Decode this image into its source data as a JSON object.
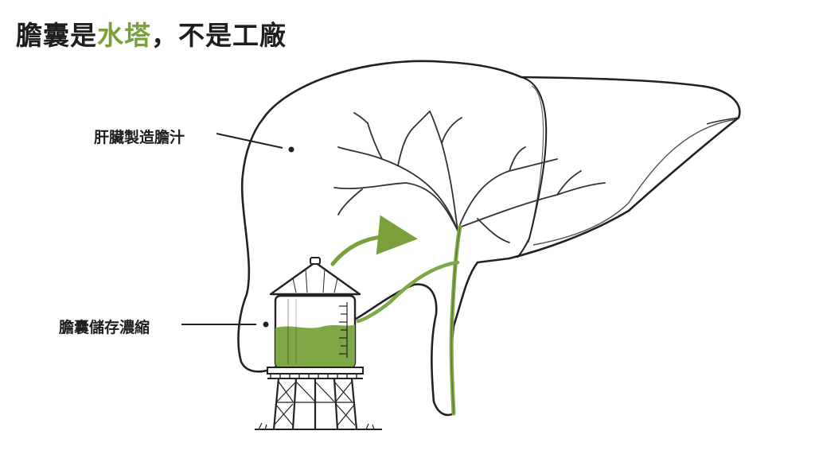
{
  "title": {
    "part1": "膽囊是",
    "highlight": "水塔",
    "part2": "，不是工廠"
  },
  "labels": {
    "liver": "肝臟製造膽汁",
    "gallbladder": "膽囊儲存濃縮"
  },
  "colors": {
    "accent": "#79a03a",
    "bile": "#7ea845",
    "ink": "#222222"
  },
  "icons": [
    "liver-illustration",
    "water-tower-icon",
    "flow-arrow-icon",
    "bile-duct-icon"
  ],
  "tower_fill_fraction": 0.55
}
